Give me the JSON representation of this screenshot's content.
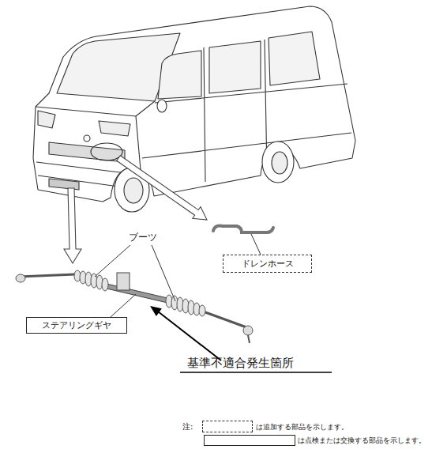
{
  "diagram": {
    "nodes": [
      {
        "text": [
          "ドレンホース"
        ]
      },
      {
        "text": [
          "ステアリングギヤ"
        ]
      }
    ],
    "labels": [
      "ブーツ",
      "基準不適合発生箇所",
      "注:"
    ],
    "legend": [
      {
        "text": "は追加する部品を示します。"
      },
      {
        "text": "は点検または交換する部品を示します。"
      }
    ]
  }
}
